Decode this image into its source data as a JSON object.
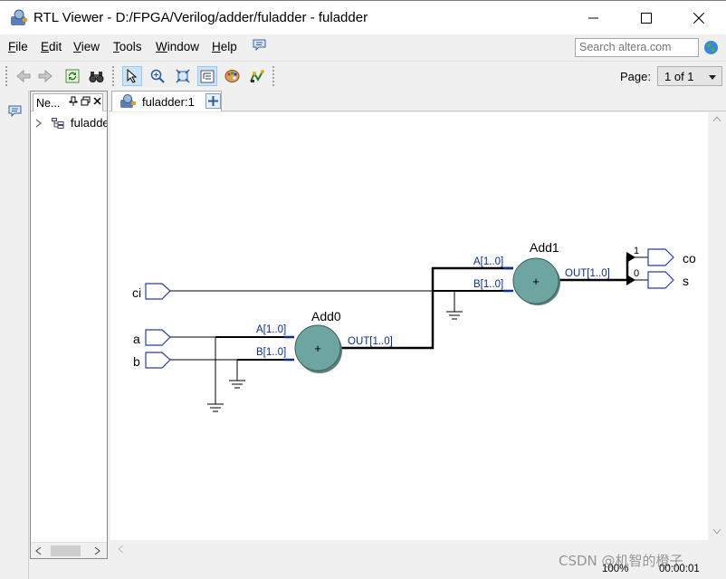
{
  "window": {
    "title": "RTL Viewer - D:/FPGA/Verilog/adder/fuladder - fuladder",
    "minimize_icon": "minimize-icon",
    "maximize_icon": "maximize-icon",
    "close_icon": "close-icon"
  },
  "menu": {
    "items": [
      {
        "key": "F",
        "rest": "ile"
      },
      {
        "key": "E",
        "rest": "dit"
      },
      {
        "key": "V",
        "rest": "iew"
      },
      {
        "key": "T",
        "rest": "ools"
      },
      {
        "key": "W",
        "rest": "indow"
      },
      {
        "key": "H",
        "rest": "elp"
      }
    ],
    "search_placeholder": "Search altera.com"
  },
  "toolbar": {
    "page_label": "Page:",
    "page_value": "1 of 1"
  },
  "nav_panel": {
    "tab_label": "Ne...",
    "tree_item": "fuladder"
  },
  "doc_tab": {
    "label": "fuladder:1"
  },
  "schematic": {
    "inputs": [
      "ci",
      "a",
      "b"
    ],
    "outputs": [
      "co",
      "s"
    ],
    "adders": [
      {
        "name": "Add0",
        "port_a": "A[1..0]",
        "port_b": "B[1..0]",
        "port_out": "OUT[1..0]",
        "symbol": "+"
      },
      {
        "name": "Add1",
        "port_a": "A[1..0]",
        "port_b": "B[1..0]",
        "port_out": "OUT[1..0]",
        "symbol": "+"
      }
    ],
    "split_index_1": "1",
    "split_index_0": "0"
  },
  "status": {
    "zoom": "100%",
    "time": "00:00:01"
  },
  "watermark": "CSDN @机智的橙子",
  "colors": {
    "adder_fill": "#6fa5a1",
    "port_label": "#0a2d8f",
    "wire": "#000000",
    "pin_outline": "#2a3fa0"
  }
}
